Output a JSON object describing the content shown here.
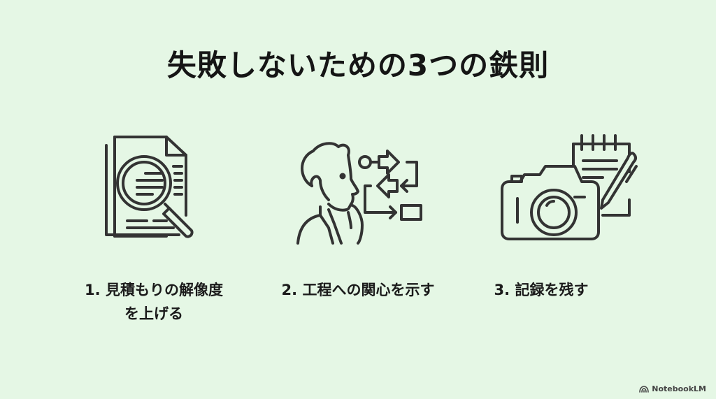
{
  "slide": {
    "title": "失敗しないための3つの鉄則",
    "background_color": "#e5f7e5",
    "icon_color": "#333333"
  },
  "items": [
    {
      "icon": "document-magnifier-icon",
      "label_line1": "1. 見積もりの解像度",
      "label_line2": "を上げる"
    },
    {
      "icon": "person-thinking-flowchart-icon",
      "label_line1": "2. 工程への関心を示す"
    },
    {
      "icon": "camera-notepad-pen-icon",
      "label_line1": "3. 記録を残す"
    }
  ],
  "footer": {
    "brand": "NotebookLM",
    "brand_icon": "notebooklm-logo-icon"
  }
}
